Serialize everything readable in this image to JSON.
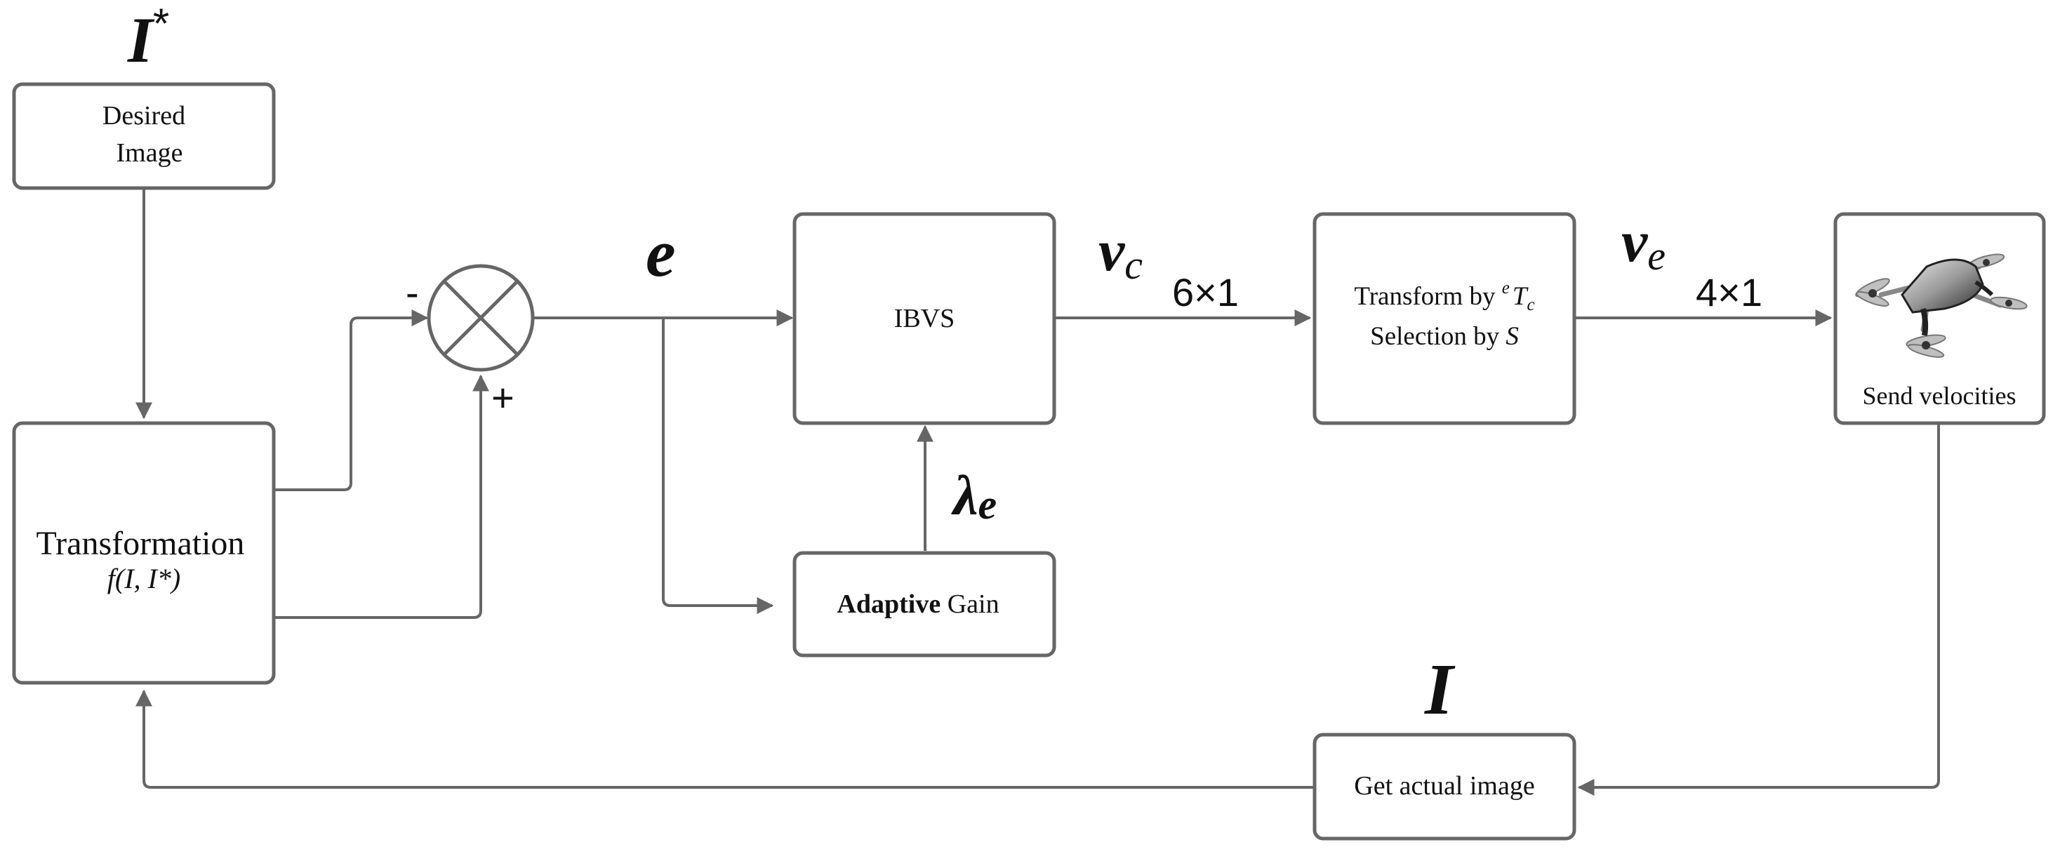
{
  "blocks": {
    "desired_image": {
      "line1": "Desired",
      "line2": "Image"
    },
    "transformation": {
      "title": "Transformation",
      "formula": "f(I, I*)"
    },
    "ibvs": {
      "label": "IBVS"
    },
    "adaptive_gain": {
      "label_bold": "Adaptive",
      "label_rest": " Gain"
    },
    "transform_selection": {
      "line1_prefix": "Transform by ",
      "line1_sup": "e",
      "line1_sym": "T",
      "line1_sub": "c",
      "line2_prefix": "Selection by ",
      "line2_sym": "S"
    },
    "send_velocities": {
      "label": "Send velocities"
    },
    "get_actual_image": {
      "label": "Get actual image"
    }
  },
  "signals": {
    "desired": {
      "base": "I",
      "sup": "*"
    },
    "actual": "I",
    "error": "e",
    "nu_c": {
      "base": "ν",
      "sub": "c"
    },
    "nu_c_dim": "6×1",
    "nu_e": {
      "base": "ν",
      "sub": "e"
    },
    "nu_e_dim": "4×1",
    "lambda": {
      "base": "λ",
      "sub": "e"
    },
    "minus_sign": "-",
    "plus_sign": "+"
  },
  "icons": {
    "drone": "quadrotor-drone-icon",
    "summing_junction": "summing-junction-icon"
  }
}
